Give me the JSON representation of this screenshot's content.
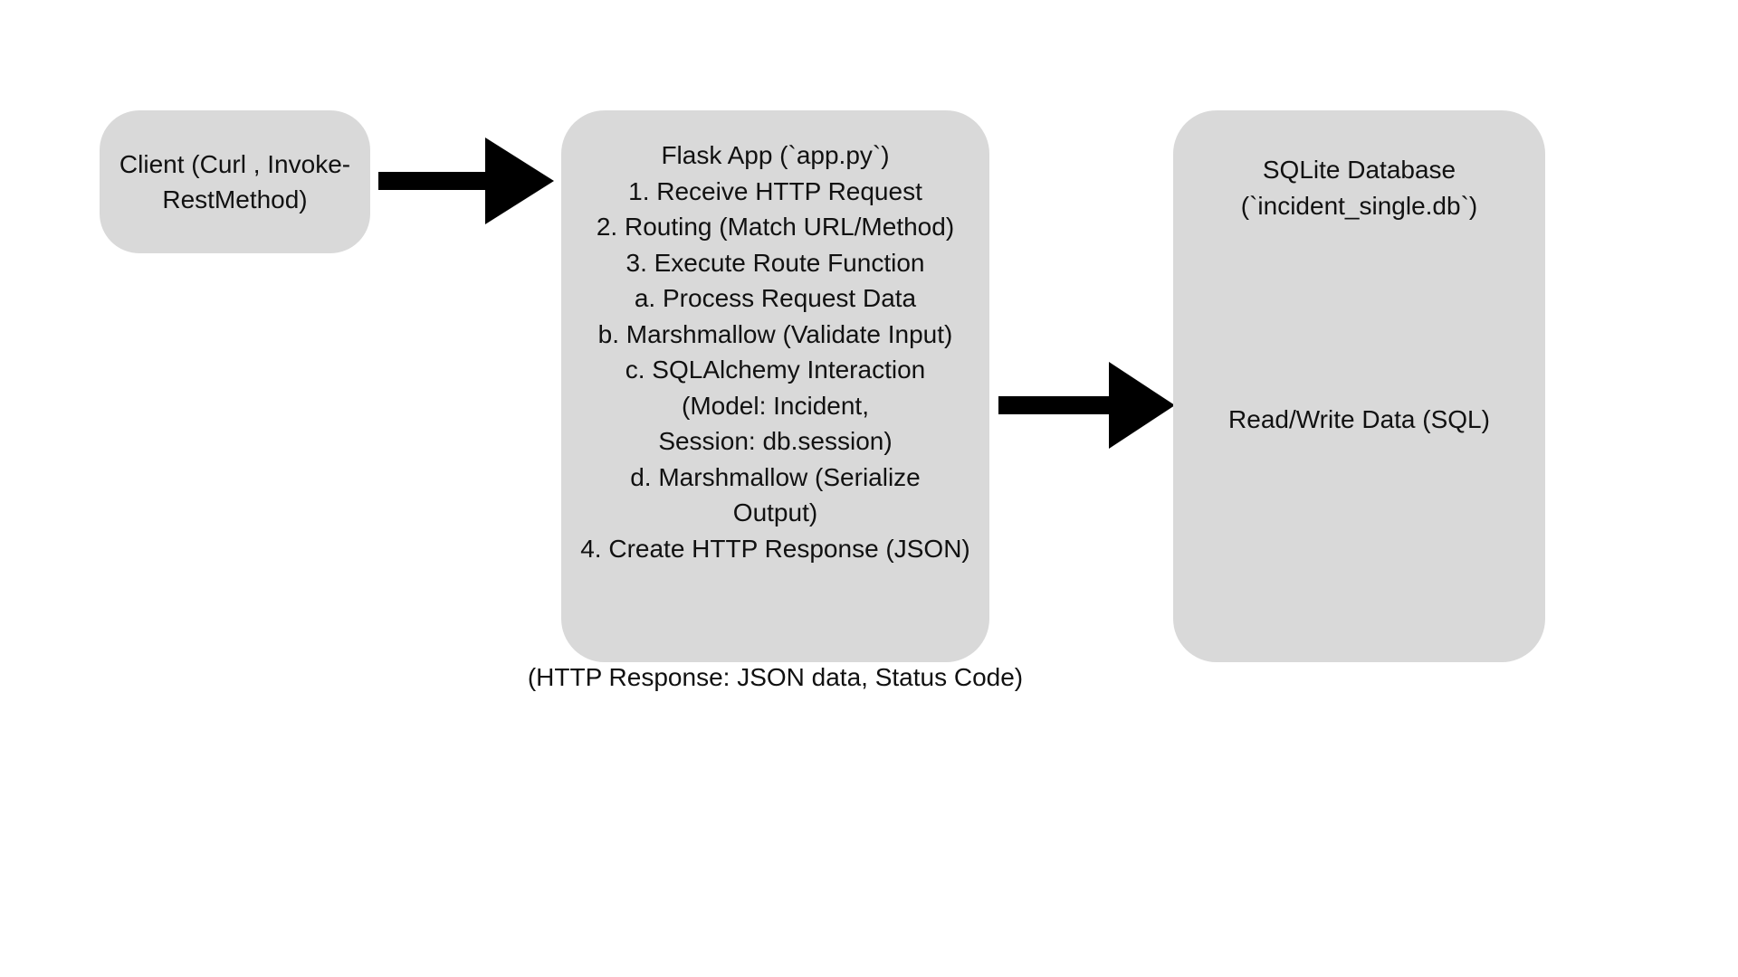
{
  "diagram": {
    "client": {
      "lines": [
        "Client (Curl , Invoke-",
        "RestMethod)"
      ]
    },
    "flask_app": {
      "lines": [
        "Flask App (`app.py`)",
        "1. Receive HTTP Request",
        "2. Routing (Match URL/Method)",
        "3. Execute Route Function",
        "a. Process Request Data",
        "b. Marshmallow (Validate Input)",
        "c. SQLAlchemy Interaction",
        "(Model: Incident,",
        "Session: db.session)",
        "d. Marshmallow (Serialize",
        "Output)",
        "4. Create HTTP Response (JSON)"
      ]
    },
    "sqlite": {
      "title_lines": [
        "SQLite Database",
        "(`incident_single.db`)"
      ],
      "operation": "Read/Write Data (SQL)"
    },
    "response_note": "(HTTP Response: JSON data, Status Code)",
    "colors": {
      "box_fill": "#d9d9d9",
      "arrow": "#000000",
      "text": "#111111",
      "background": "#ffffff"
    }
  }
}
